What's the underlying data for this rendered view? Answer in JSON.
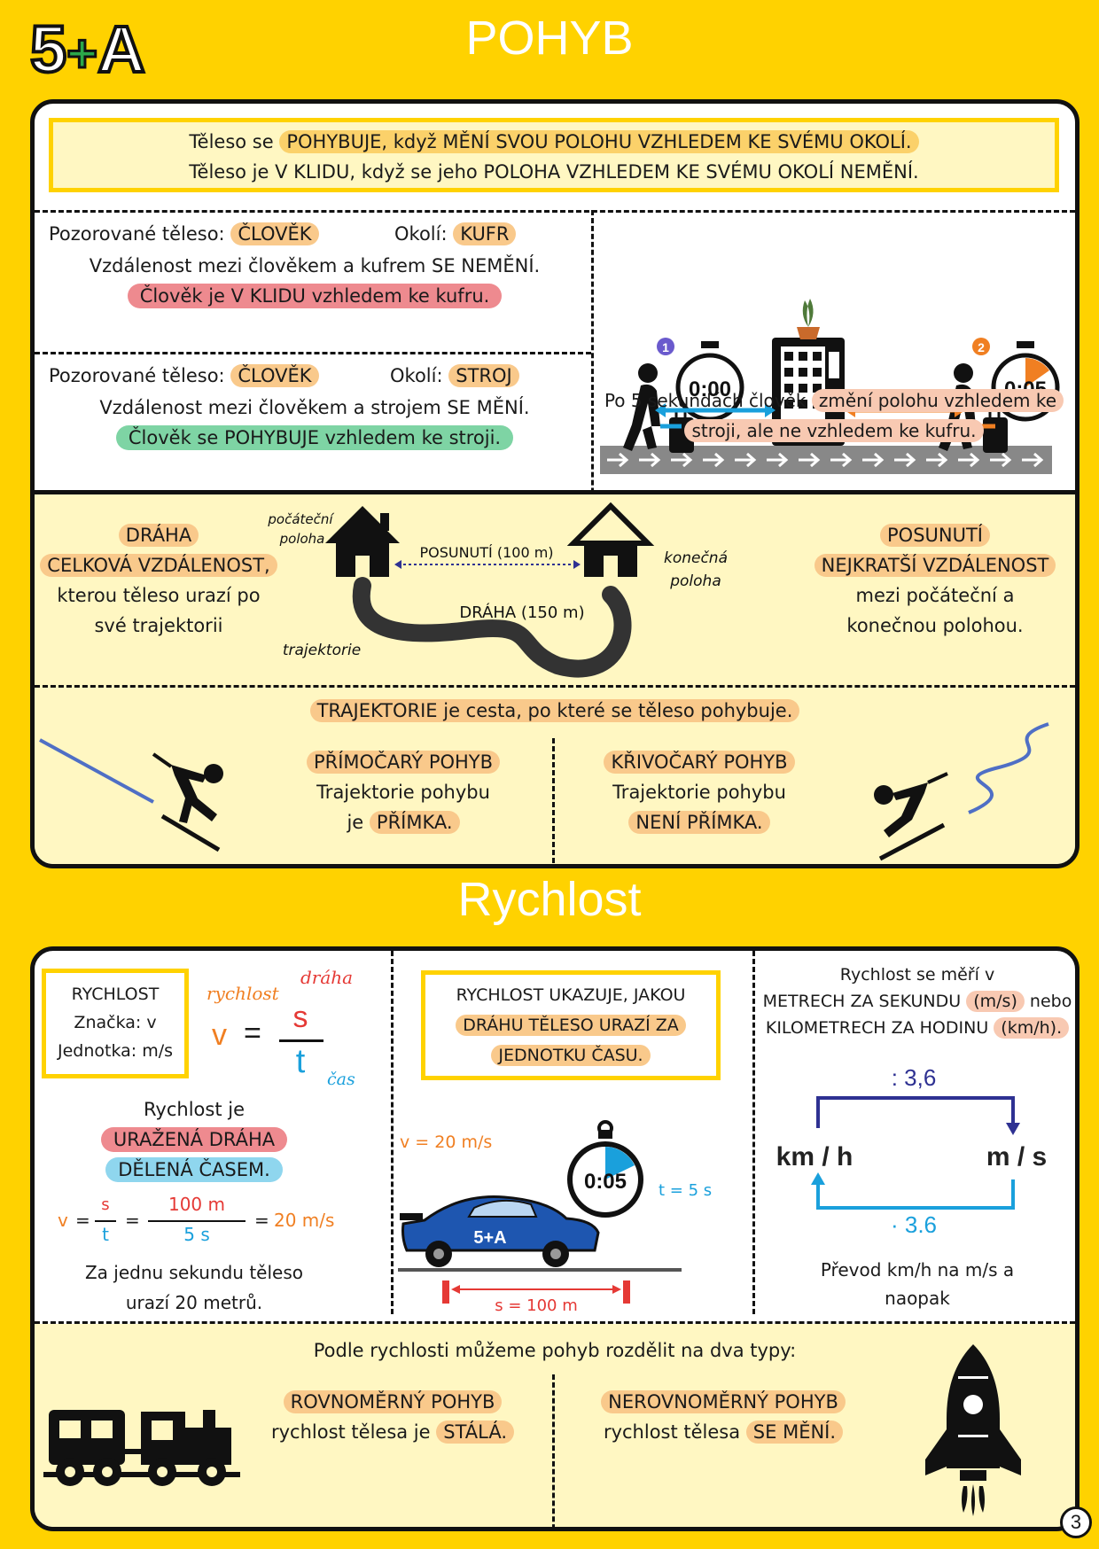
{
  "logo": {
    "text_5": "5",
    "text_plus": "+",
    "text_a": "A"
  },
  "page_number": "3",
  "pohyb": {
    "title": "POHYB",
    "def_line1_a": "Těleso se",
    "def_line1_b": "POHYBUJE, když MĚNÍ SVOU POLOHU VZHLEDEM KE SVÉMU OKOLÍ.",
    "def_line2": "Těleso je V KLIDU, když se jeho POLOHA VZHLEDEM KE SVÉMU OKOLÍ NEMĚNÍ.",
    "ex1": {
      "label_body": "Pozorované těleso:",
      "body": "ČLOVĚK",
      "label_env": "Okolí:",
      "env": "KUFR",
      "line": "Vzdálenost mezi člověkem a kufrem SE NEMĚNÍ.",
      "result": "Člověk je V KLIDU vzhledem ke kufru."
    },
    "ex2": {
      "label_body": "Pozorované těleso:",
      "body": "ČLOVĚK",
      "label_env": "Okolí:",
      "env": "STROJ",
      "line": "Vzdálenost mezi člověkem a strojem SE MĚNÍ.",
      "result": "Člověk se POHYBUJE vzhledem ke stroji."
    },
    "scene": {
      "badge1": "1",
      "badge2": "2",
      "timer1": "0:00",
      "timer2": "0:05",
      "caption_a": "Po 5 sekundách člověk",
      "caption_b": "změní polohu vzhledem ke",
      "caption_c": "stroji, ale ne vzhledem ke kufru."
    },
    "draha": {
      "title": "DRÁHA",
      "line1": "CELKOVÁ VZDÁLENOST,",
      "line2": "kterou těleso urazí po",
      "line3": "své trajektorii"
    },
    "posunuti": {
      "title": "POSUNUTÍ",
      "line1": "NEJKRATŠÍ VZDÁLENOST",
      "line2": "mezi počáteční a",
      "line3": "konečnou polohou."
    },
    "diagram": {
      "start_1": "počáteční",
      "start_2": "poloha",
      "end_1": "konečná",
      "end_2": "poloha",
      "displacement": "POSUNUTÍ (100 m)",
      "path": "DRÁHA (150 m)",
      "trajectory": "trajektorie"
    },
    "trajectory_def_a": "TRAJEKTORIE",
    "trajectory_def_b": "je cesta, po které se těleso pohybuje.",
    "straight": {
      "title": "PŘÍMOČARÝ POHYB",
      "line1": "Trajektorie pohybu",
      "line2_a": "je",
      "line2_b": "PŘÍMKA."
    },
    "curved": {
      "title": "KŘIVOČARÝ POHYB",
      "line1": "Trajektorie pohybu",
      "line2": "NENÍ PŘÍMKA."
    }
  },
  "rychlost": {
    "title": "Rychlost",
    "box": {
      "line1": "RYCHLOST",
      "line2": "Značka: v",
      "line3": "Jednotka: m/s"
    },
    "formula": {
      "label_v": "rychlost",
      "label_s": "dráha",
      "label_t": "čas",
      "v": "v",
      "eq": "=",
      "s": "s",
      "t": "t"
    },
    "is_line": "Rychlost je",
    "is_a": "URAŽENÁ DRÁHA",
    "is_b": "DĚLENÁ ČASEM.",
    "calc": {
      "v": "v",
      "eq1": "=",
      "s": "s",
      "t": "t",
      "eq2": "=",
      "num": "100 m",
      "den": "5 s",
      "eq3": "=",
      "res": "20 m/s"
    },
    "calc_note1": "Za jednu sekundu těleso",
    "calc_note2": "urazí 20 metrů.",
    "shows": {
      "line1": "RYCHLOST UKAZUJE, JAKOU",
      "line2": "DRÁHU TĚLESO URAZÍ ZA",
      "line3": "JEDNOTKU ČASU."
    },
    "car": {
      "v": "v = 20 m/s",
      "t": "t = 5 s",
      "s": "s = 100 m",
      "timer": "0:05",
      "label": "5+A"
    },
    "units": {
      "line1": "Rychlost se měří v",
      "line2_a": "METRECH ZA SEKUNDU",
      "line2_b": "(m/s)",
      "line2_c": "nebo",
      "line3_a": "KILOMETRECH ZA HODINU",
      "line3_b": "(km/h).",
      "div": ": 3,6",
      "mul": "· 3,6",
      "kmh": "km / h",
      "ms": "m / s",
      "note1": "Převod km/h na m/s a",
      "note2": "naopak"
    },
    "types": "Podle rychlosti můžeme pohyb rozdělit na dva typy:",
    "uniform": {
      "title": "ROVNOMĚRNÝ POHYB",
      "line_a": "rychlost tělesa je",
      "line_b": "STÁLÁ."
    },
    "nonuniform": {
      "title": "NEROVNOMĚRNÝ POHYB",
      "line_a": "rychlost tělesa",
      "line_b": "SE MĚNÍ."
    }
  },
  "colors": {
    "background": "#FFD200",
    "panel_light": "#FFF7C2",
    "blue": "#1AA0DC",
    "orange": "#F07F22",
    "navy": "#2E3192",
    "red": "#E53935"
  }
}
